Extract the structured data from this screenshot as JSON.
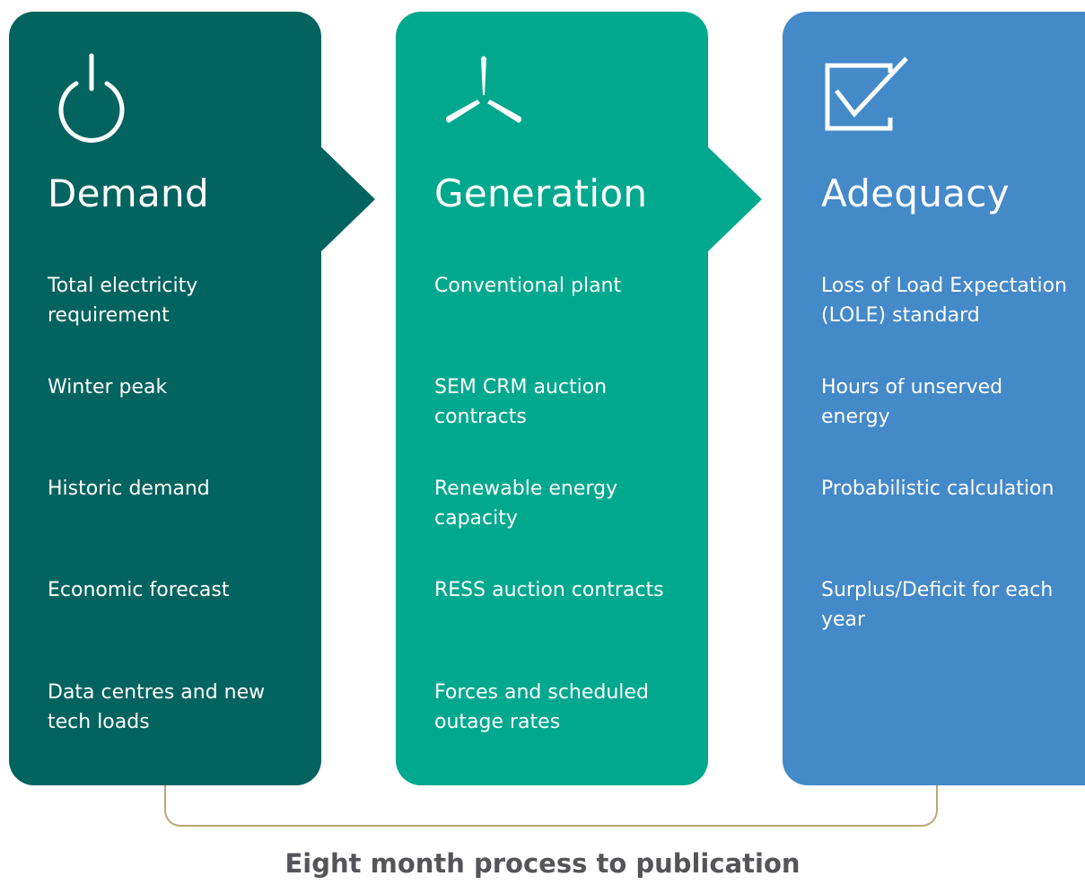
{
  "colors": {
    "demand": "#03635F",
    "generation": "#00A88E",
    "adequacy": "#4489C8",
    "bracket": "#B8A877",
    "caption": "#555559"
  },
  "columns": [
    {
      "icon": "power-icon",
      "heading": "Demand",
      "items": [
        "Total electricity requirement",
        "Winter peak",
        "Historic demand",
        "Economic forecast",
        "Data centres and new tech loads"
      ]
    },
    {
      "icon": "wind-turbine-icon",
      "heading": "Generation",
      "items": [
        "Conventional plant",
        "SEM CRM auction contracts",
        "Renewable energy capacity",
        "RESS auction contracts",
        "Forces and scheduled outage rates"
      ]
    },
    {
      "icon": "checkbox-icon",
      "heading": "Adequacy",
      "items": [
        "Loss of Load Expectation (LOLE) standard",
        "Hours of unserved energy",
        "Probabilistic calculation",
        "Surplus/Deficit for each year"
      ]
    }
  ],
  "caption": "Eight month process to publication"
}
